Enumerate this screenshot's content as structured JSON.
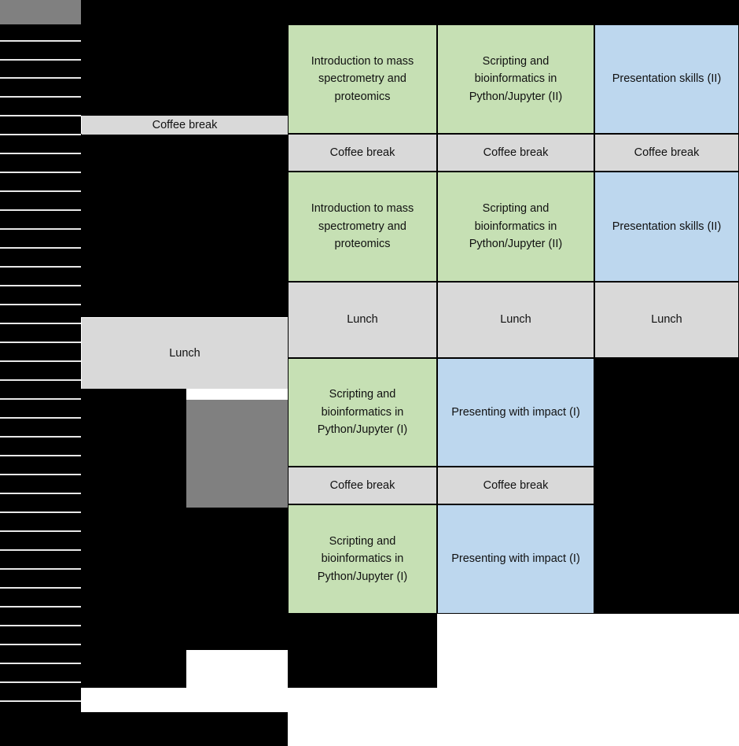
{
  "palette": {
    "course_green": "#c6e0b4",
    "course_blue": "#bdd7ee",
    "break_gray": "#d9d9d9",
    "header_gray": "#808080",
    "backdrop_black": "#000000",
    "page_white": "#ffffff"
  },
  "schedule": {
    "left_block": {
      "coffee_break": "Coffee break",
      "lunch": "Lunch"
    },
    "columns": [
      {
        "name": "column-1"
      },
      {
        "name": "column-2"
      },
      {
        "name": "column-3"
      }
    ],
    "cells": [
      {
        "id": "c1r1",
        "label": "Introduction to mass\nspectrometry and\nproteomics",
        "type": "course",
        "color": "green"
      },
      {
        "id": "c2r1",
        "label": "Scripting and\nbioinformatics in\nPython/Jupyter (II)",
        "type": "course",
        "color": "green"
      },
      {
        "id": "c3r1",
        "label": "Presentation skills (II)",
        "type": "course",
        "color": "blue"
      },
      {
        "id": "c1r2",
        "label": "Coffee break",
        "type": "break",
        "color": "gray"
      },
      {
        "id": "c2r2",
        "label": "Coffee break",
        "type": "break",
        "color": "gray"
      },
      {
        "id": "c3r2",
        "label": "Coffee break",
        "type": "break",
        "color": "gray"
      },
      {
        "id": "c1r3",
        "label": "Introduction to mass\nspectrometry and\nproteomics",
        "type": "course",
        "color": "green"
      },
      {
        "id": "c2r3",
        "label": "Scripting and\nbioinformatics in\nPython/Jupyter (II)",
        "type": "course",
        "color": "green"
      },
      {
        "id": "c3r3",
        "label": "Presentation skills (II)",
        "type": "course",
        "color": "blue"
      },
      {
        "id": "c1r4",
        "label": "Lunch",
        "type": "break",
        "color": "gray"
      },
      {
        "id": "c2r4",
        "label": "Lunch",
        "type": "break",
        "color": "gray"
      },
      {
        "id": "c3r4",
        "label": "Lunch",
        "type": "break",
        "color": "gray"
      },
      {
        "id": "c1r5",
        "label": "Scripting and\nbioinformatics in\nPython/Jupyter (I)",
        "type": "course",
        "color": "green"
      },
      {
        "id": "c2r5",
        "label": "Presenting with impact (I)",
        "type": "course",
        "color": "blue"
      },
      {
        "id": "c1r6",
        "label": "Coffee break",
        "type": "break",
        "color": "gray"
      },
      {
        "id": "c2r6",
        "label": "Coffee break",
        "type": "break",
        "color": "gray"
      },
      {
        "id": "c1r7",
        "label": "Scripting and\nbioinformatics in\nPython/Jupyter (I)",
        "type": "course",
        "color": "green"
      },
      {
        "id": "c2r7",
        "label": "Presenting with impact (I)",
        "type": "course",
        "color": "blue"
      }
    ]
  }
}
